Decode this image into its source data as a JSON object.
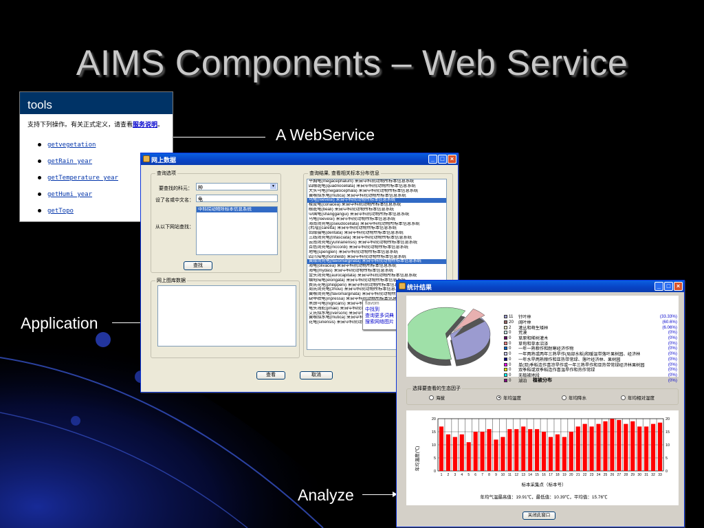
{
  "slide": {
    "title": "AIMS Components – Web Service",
    "captions": {
      "webservice": "A WebService",
      "application": "Application",
      "analyze": "Analyze"
    }
  },
  "tools": {
    "header": "tools",
    "intro_text": "支持下列操作。有关正式定义，请查看",
    "intro_link": "服务说明",
    "intro_end": "。",
    "operations": [
      "getvegetation",
      "getRain_year",
      "getTemperature_year",
      "getHumi_year",
      "getTopo"
    ]
  },
  "app_window": {
    "title": "网上数据",
    "query_group": "查询选项",
    "family_label": "要查找的科元：",
    "family_value": "种",
    "name_label": "设了名或中文名：",
    "name_value": "龟",
    "site_label": "从以下网站查找：",
    "sites": [
      "中科院动物所标本信息系统"
    ],
    "search_button": "查找",
    "results_group": "查询结果, 查看相关标本分布信息",
    "results": [
      "平胸龟(megacephalum) 来自中科院动物所标本信息系统",
      "四眼斑龟(quadriocellata) 来自中科院动物所标本信息系统",
      "大头乌龟(megalocephala) 来自中科院动物所标本信息系统",
      "黄喉拟水龟(mutica) 来自中科院动物所标本信息系统",
      "乌龟(reevesii) 来自中科院动物所标本信息系统",
      "棱皮龟(coriacea) 来自中科院动物所标本信息系统",
      "眼斑龟(beali) 来自中科院动物所标本信息系统",
      "中国龟(shanggangui) 来自中科院动物所标本信息系统",
      "乌龟(reevesii) 来自中科院动物所标本信息系统",
      "海南闭壳龟(pseudocellata) 来自中科院动物所标本信息系统",
      "(玳瑁)(caretta) 来自中科院动物所标本信息系统",
      "齿缘摄龟(dentata) 来自中科院动物所标本信息系统",
      "三线闭壳龟(trifasciata) 来自中科院动物所标本信息系统",
      "云南闭壳龟(yunnanensis) 来自中科院动物所标本信息系统",
      "百色闭壳龟(mccordi) 来自中科院动物所标本信息系统",
      "地龟(spengleri) 来自中科院动物所标本信息系统",
      "四爪陆龟(horsfieldi) 来自中科院动物所标本信息系统",
      "黄缘闭壳龟(flavomarginata) 来自中科院动物所标本信息系统",
      "海龟(olivacea) 来自中科院动物所标本信息系统",
      "海龟(mydas) 来自中科院动物所标本信息系统",
      "金头闭壳龟(aurocapitata) 来自中科院动物所标本信息系统",
      "缅甸陆龟(elongata) 来自中科院动物所标本信息系统",
      "费氏花龟(philippeni) 来自中科院动物所标本信息系统",
      "周氏闭壳龟(zhoui) 来自中科院动物所标本信息系统",
      "黄喉闭壳龟(flavomarginata) 来自中科院动物所标本信息系统",
      "缺甲纹龟(inpressa) 来自中科院动物所标本信息系统",
      "黑颈乌龟(nigricans) 来自中科院动物所标本信息系统",
      "龟头海蛇(jimae) 来自中科院动物所标本信息系统",
      "艾氏拟水龟(iversoni) 来自中科院动物所标本信息系统",
      "黄喉拟水龟(mutica) 来自中科院动物所标本信息系统",
      "花龟(sinensis) 来自中科院动物所标本信息系统"
    ],
    "selected_results": [
      4,
      17
    ],
    "library_group": "网上图库数据",
    "view_button": "查看",
    "cancel_button": "取消",
    "context_menu": [
      "flavom",
      "中找到",
      "查询更多词典",
      "搜索网络图片"
    ]
  },
  "analysis_window": {
    "title": "统计结果",
    "pie_title": "植被分布",
    "legend": [
      {
        "value": "11",
        "name": "针叶林",
        "pct": "(33.33%)",
        "color": "#9b9bd0"
      },
      {
        "value": "20",
        "name": "阔叶林",
        "pct": "(60.6%)",
        "color": "#996666"
      },
      {
        "value": "2",
        "name": "灌丛和萌生矮林",
        "pct": "(6.06%)",
        "color": "#ffffcc"
      },
      {
        "value": "0",
        "name": "荒漠",
        "pct": "(0%)",
        "color": "#ccffff"
      },
      {
        "value": "0",
        "name": "草原和稀树灌木",
        "pct": "(0%)",
        "color": "#660066"
      },
      {
        "value": "0",
        "name": "草甸和草本沼泽",
        "pct": "(0%)",
        "color": "#ff8080"
      },
      {
        "value": "0",
        "name": "一年一熟粮作和耐寒经济作物",
        "pct": "(0%)",
        "color": "#0066cc"
      },
      {
        "value": "0",
        "name": "一年两熟或两年三熟旱作(局部水稻)和暖温带落叶果树园、经济林",
        "pct": "(0%)",
        "color": "#ccccff"
      },
      {
        "value": "0",
        "name": "一年水旱两熟粮作和亚热带常绿、落叶经济林、果树园",
        "pct": "(0%)",
        "color": "#000080"
      },
      {
        "value": "0",
        "name": "单(双)季稻连作喜凉旱作或一年三熟旱作和亚热带常绿经济林果树园",
        "pct": "(0%)",
        "color": "#ff00ff"
      },
      {
        "value": "0",
        "name": "双季稻或双季稻连作喜温旱作和热作常绿",
        "pct": "(0%)",
        "color": "#ffff00"
      },
      {
        "value": "0",
        "name": "无植被地段",
        "pct": "(0%)",
        "color": "#00ffff"
      },
      {
        "value": "0",
        "name": "湖泊",
        "pct": "(0%)",
        "color": "#800080"
      }
    ],
    "factor_group": "选择要查看的生态因子",
    "factors": [
      "海拔",
      "年均温度",
      "年均降水",
      "年均相对湿度"
    ],
    "selected_factor": 1,
    "y_axis_label": "年均温度(℃)",
    "x_axis_label": "标本采集点（标本号）",
    "stats_text": "年均气温最高值：19.91℃，最低值：10.39℃，平均值：15.76℃",
    "close_button": "关闭此窗口"
  },
  "chart_data": {
    "type": "bar",
    "title": "",
    "xlabel": "标本采集点（标本号）",
    "ylabel": "年均温度(℃)",
    "ylim": [
      0,
      20
    ],
    "y_ticks": [
      0,
      5,
      10,
      15,
      20
    ],
    "bar_color": "#ff0000",
    "grid": true,
    "categories": [
      "1",
      "2",
      "3",
      "4",
      "5",
      "6",
      "7",
      "8",
      "9",
      "10",
      "11",
      "12",
      "13",
      "14",
      "15",
      "16",
      "17",
      "18",
      "19",
      "20",
      "21",
      "22",
      "23",
      "24",
      "25",
      "26",
      "27",
      "28",
      "29",
      "30",
      "31",
      "32",
      "33"
    ],
    "values": [
      17,
      14,
      13,
      14,
      11,
      15,
      15,
      16,
      12,
      13,
      16,
      16,
      17,
      16,
      16,
      15,
      13,
      14,
      13,
      15,
      17,
      18,
      17,
      18,
      19,
      19.9,
      19.5,
      18,
      19,
      17,
      17,
      18,
      18.5
    ]
  }
}
